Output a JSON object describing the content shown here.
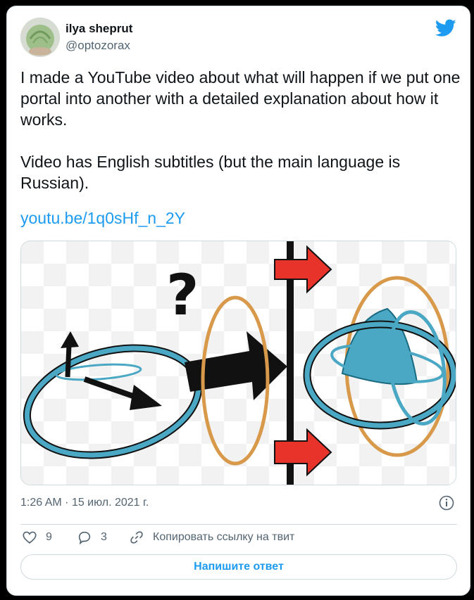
{
  "author": {
    "name": "ilya sheprut",
    "handle": "@optozorax"
  },
  "brand_icon": "twitter-bird-icon",
  "tweet": {
    "text": "I made a YouTube video about what will happen if we put one portal into another with a detailed explanation about how it works.\n\nVideo has English subtitles (but the main language is Russian).",
    "link": "youtu.be/1q0sHf_n_2Y",
    "timestamp": "1:26 AM · 15 июл. 2021 г."
  },
  "media": {
    "question_mark": "?"
  },
  "actions": {
    "likes": "9",
    "replies": "3",
    "copy_link_label": "Копировать ссылку на твит"
  },
  "reply_button_label": "Напишите ответ",
  "colors": {
    "accent": "#1d9bf0",
    "portal_blue": "#4aa8c4",
    "portal_orange": "#d89a4a",
    "arrow_red": "#e8332a"
  }
}
